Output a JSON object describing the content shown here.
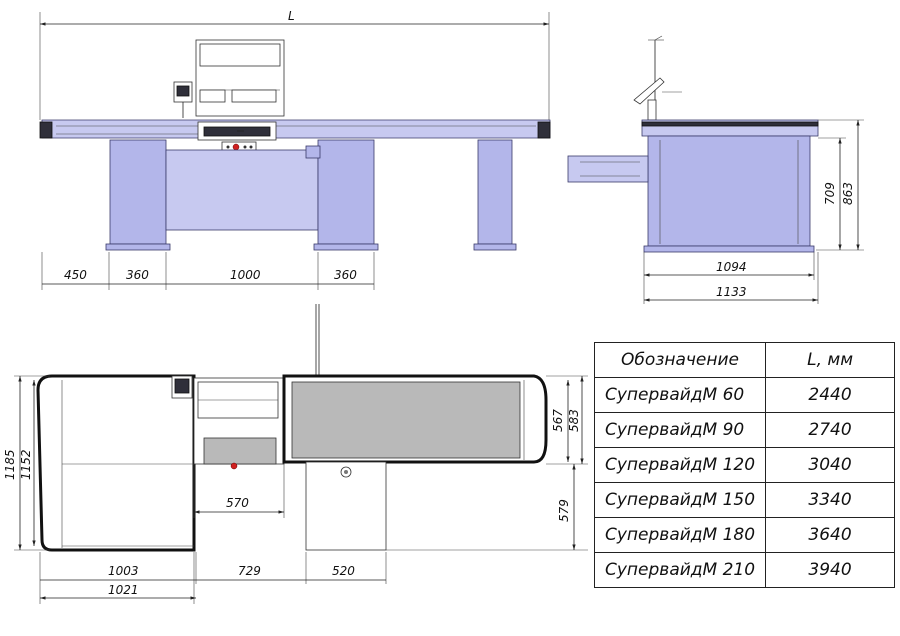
{
  "front_view": {
    "overall_label": "L",
    "bottom_dims": [
      "450",
      "360",
      "1000",
      "360"
    ]
  },
  "side_view": {
    "height_dims": [
      "709",
      "863"
    ],
    "width_dims": [
      "1094",
      "1133"
    ]
  },
  "plan_view": {
    "left_heights": [
      "1185",
      "1152"
    ],
    "right_heights": [
      "567",
      "583"
    ],
    "drawer_width": "570",
    "right_lower": "579",
    "bottom_dims": [
      "1003",
      "729",
      "520"
    ],
    "bottom_total": "1021"
  },
  "spec_table": {
    "header": [
      "Обозначение",
      "L, мм"
    ],
    "rows": [
      [
        "СупервайдМ 60",
        "2440"
      ],
      [
        "СупервайдМ 90",
        "2740"
      ],
      [
        "СупервайдМ 120",
        "3040"
      ],
      [
        "СупервайдМ 150",
        "3340"
      ],
      [
        "СупервайдМ 180",
        "3640"
      ],
      [
        "СупервайдМ 210",
        "3940"
      ]
    ]
  },
  "colors": {
    "body": "#c7c9f0",
    "legs": "#b3b6ea",
    "belt": "#b9b9b9",
    "lines": "#222222"
  }
}
